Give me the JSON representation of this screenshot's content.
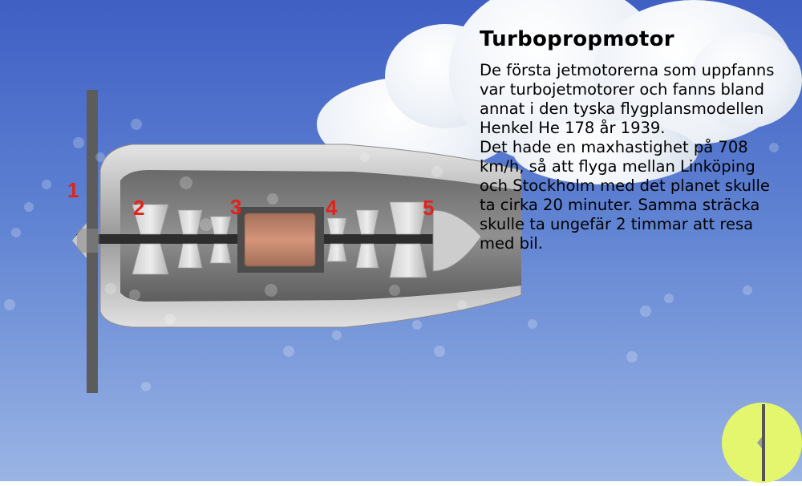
{
  "info": {
    "title": "Turbopropmotor",
    "paragraphs": [
      "De första jetmotorerna som uppfanns var turbojetmotorer och fanns bland annat i den tyska flygplansmodellen Henkel He 178 år 1939.",
      "Det hade en maxhastighet på 708 km/h, så att flyga mellan Linköping och Stockholm med det planet skulle ta cirka 20 minuter. Samma sträcka skulle ta ungefär 2 timmar att resa med bil."
    ]
  },
  "engine": {
    "labels": [
      "1",
      "2",
      "3",
      "4",
      "5"
    ]
  },
  "colors": {
    "label": "#e2231a",
    "button": "#e4f56e",
    "sky_top": "#3f5fc4",
    "sky_bottom": "#9ab4e4"
  },
  "button": {
    "icon": "propeller-icon"
  }
}
